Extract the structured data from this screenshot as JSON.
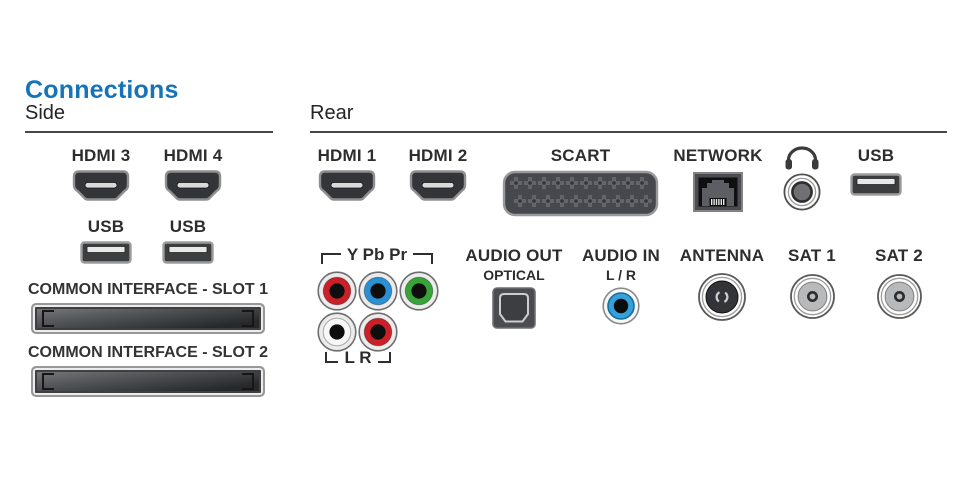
{
  "page": {
    "title": "Connections"
  },
  "side": {
    "heading": "Side",
    "labels": {
      "hdmi3": "HDMI 3",
      "hdmi4": "HDMI 4",
      "usb_top": "USB",
      "usb_bottom": "USB",
      "ci_slot1": "COMMON INTERFACE - SLOT 1",
      "ci_slot2": "COMMON INTERFACE - SLOT 2"
    }
  },
  "rear": {
    "heading": "Rear",
    "labels": {
      "hdmi1": "HDMI 1",
      "hdmi2": "HDMI 2",
      "scart": "SCART",
      "network": "NETWORK",
      "usb": "USB",
      "component": "Y Pb Pr",
      "component_lr": "L R",
      "audio_out": "AUDIO OUT",
      "audio_out_type": "OPTICAL",
      "audio_in": "AUDIO IN",
      "audio_in_channels": "L / R",
      "antenna": "ANTENNA",
      "sat1": "SAT 1",
      "sat2": "SAT 2"
    }
  },
  "icons": {
    "headphone_output": "headphones-icon"
  },
  "colors": {
    "accent_blue": "#1573b9",
    "text": "#2d2d2d",
    "port_body": "#37393c",
    "port_border": "#8f8f8f",
    "component_red": "#cc2028",
    "component_blue": "#2b8fd3",
    "component_green": "#37a437",
    "component_white": "#f7f7f7",
    "audio_in_blue": "#35a1da",
    "sat_gray": "#b7b9bb"
  }
}
